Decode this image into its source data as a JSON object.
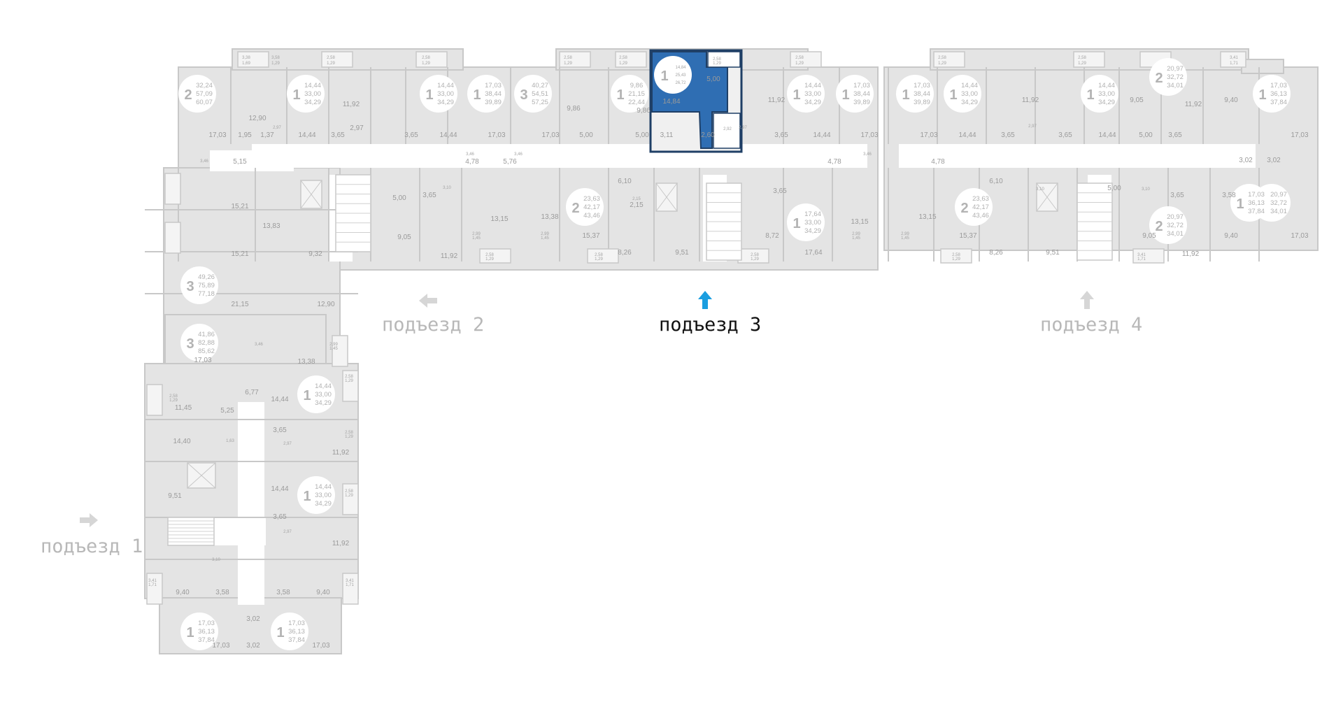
{
  "colors": {
    "background": "#ffffff",
    "apartment_fill": "#e4e4e4",
    "wall": "#c8c8c8",
    "corridor": "#ffffff",
    "highlight": "#2f6eb3",
    "highlight_border": "#1f3f66",
    "arrow_inactive": "#d6d6d6",
    "arrow_active": "#1a9ee0",
    "label_inactive": "#b8b8b8",
    "label_active": "#111111"
  },
  "entrances": [
    {
      "label": "подъезд 1",
      "arrow": "arrow-right-icon",
      "active": false
    },
    {
      "label": "подъезд 2",
      "arrow": "arrow-left-icon",
      "active": false
    },
    {
      "label": "подъезд 3",
      "arrow": "arrow-up-icon",
      "active": true
    },
    {
      "label": "подъезд 4",
      "arrow": "arrow-up-icon",
      "active": false
    }
  ],
  "selected_apartment": {
    "rooms": "1",
    "living": "14,84",
    "total": "25,43",
    "full": "26,72",
    "room_area": "14,84",
    "kitchen": "5,00",
    "bath": "2,92",
    "hall": "2,60",
    "balcony": "2,58",
    "balcony_reduced": "1,29"
  },
  "apartments": [
    {
      "rooms": "2",
      "a": "32,24",
      "b": "57,09",
      "c": "60,07"
    },
    {
      "rooms": "1",
      "a": "14,44",
      "b": "33,00",
      "c": "34,29"
    },
    {
      "rooms": "1",
      "a": "14,44",
      "b": "33,00",
      "c": "34,29"
    },
    {
      "rooms": "1",
      "a": "17,03",
      "b": "38,44",
      "c": "39,89"
    },
    {
      "rooms": "3",
      "a": "40,27",
      "b": "54,51",
      "c": "57,25"
    },
    {
      "rooms": "1",
      "a": "9,86",
      "b": "21,15",
      "c": "22,44"
    },
    {
      "rooms": "1",
      "a": "14,44",
      "b": "33,00",
      "c": "34,29"
    },
    {
      "rooms": "1",
      "a": "17,03",
      "b": "38,44",
      "c": "39,89"
    },
    {
      "rooms": "1",
      "a": "17,03",
      "b": "38,44",
      "c": "39,89"
    },
    {
      "rooms": "1",
      "a": "14,44",
      "b": "33,00",
      "c": "34,29"
    },
    {
      "rooms": "1",
      "a": "14,44",
      "b": "33,00",
      "c": "34,29"
    },
    {
      "rooms": "2",
      "a": "20,97",
      "b": "32,72",
      "c": "34,01"
    },
    {
      "rooms": "1",
      "a": "17,03",
      "b": "36,13",
      "c": "37,84"
    },
    {
      "rooms": "2",
      "a": "20,97",
      "b": "32,72",
      "c": "34,01"
    },
    {
      "rooms": "2",
      "a": "23,63",
      "b": "42,17",
      "c": "43,46"
    },
    {
      "rooms": "1",
      "a": "17,64",
      "b": "33,00",
      "c": "34,29"
    },
    {
      "rooms": "2",
      "a": "23,63",
      "b": "42,17",
      "c": "43,46"
    },
    {
      "rooms": "2",
      "a": "20,97",
      "b": "32,72",
      "c": "34,01"
    },
    {
      "rooms": "1",
      "a": "17,03",
      "b": "36,13",
      "c": "37,84"
    },
    {
      "rooms": "3",
      "a": "49,26",
      "b": "75,89",
      "c": "77,18"
    },
    {
      "rooms": "3",
      "a": "41,86",
      "b": "82,88",
      "c": "85,62"
    },
    {
      "rooms": "1",
      "a": "14,44",
      "b": "33,00",
      "c": "34,29"
    },
    {
      "rooms": "1",
      "a": "14,44",
      "b": "33,00",
      "c": "34,29"
    },
    {
      "rooms": "1",
      "a": "17,03",
      "b": "36,13",
      "c": "37,84"
    },
    {
      "rooms": "1",
      "a": "17,03",
      "b": "36,13",
      "c": "37,84"
    }
  ],
  "room_areas": [
    "17,03",
    "12,90",
    "1,95",
    "1,37",
    "14,44",
    "3,65",
    "11,92",
    "2,97",
    "3,65",
    "14,44",
    "17,03",
    "17,03",
    "9,86",
    "5,00",
    "9,86",
    "5,00",
    "3,11",
    "11,92",
    "3,65",
    "14,44",
    "17,03",
    "17,03",
    "14,44",
    "3,65",
    "11,92",
    "3,65",
    "14,44",
    "5,00",
    "9,05",
    "3,65",
    "11,92",
    "9,40",
    "17,03",
    "5,15",
    "4,78",
    "5,76",
    "4,78",
    "4,78",
    "3,02",
    "3,02",
    "15,21",
    "13,83",
    "15,21",
    "9,32",
    "5,00",
    "3,65",
    "9,05",
    "11,92",
    "13,15",
    "13,38",
    "15,37",
    "6,10",
    "2,15",
    "8,26",
    "9,51",
    "3,65",
    "8,72",
    "17,64",
    "13,15",
    "13,15",
    "15,37",
    "6,10",
    "8,26",
    "9,51",
    "5,00",
    "9,05",
    "3,65",
    "11,92",
    "3,58",
    "9,40",
    "17,03",
    "21,15",
    "12,90",
    "17,03",
    "13,38",
    "11,45",
    "5,25",
    "6,77",
    "14,44",
    "14,40",
    "3,65",
    "11,92",
    "9,51",
    "14,44",
    "3,65",
    "11,92",
    "9,40",
    "3,58",
    "3,58",
    "9,40",
    "3,02",
    "17,03",
    "3,02",
    "17,03"
  ],
  "small_labels": [
    "3,38",
    "1,69",
    "3,58",
    "1,29",
    "2,58",
    "1,29",
    "2,58",
    "1,29",
    "2,58",
    "1,29",
    "2,58",
    "1,29",
    "2,58",
    "1,29",
    "2,58",
    "1,29",
    "2,58",
    "1,29",
    "3,41",
    "1,71",
    "3,46",
    "3,46",
    "3,46",
    "3,46",
    "3,10",
    "3,10",
    "3,10",
    "2,97",
    "2,97",
    "2,97",
    "2,99",
    "1,45",
    "2,99",
    "1,45",
    "2,58",
    "1,29",
    "2,58",
    "1,29",
    "2,58",
    "1,29",
    "2,58",
    "1,29",
    "3,41",
    "1,71",
    "2,99",
    "1,45",
    "2,99",
    "1,45",
    "3,46",
    "2,58",
    "1,29",
    "2,58",
    "1,29",
    "2,99",
    "1,45",
    "2,58",
    "1,29",
    "2,58",
    "1,29",
    "3,41",
    "1,71",
    "3,41",
    "1,71",
    "1,63",
    "3,10",
    "2,97",
    "2,97",
    "2,15"
  ]
}
